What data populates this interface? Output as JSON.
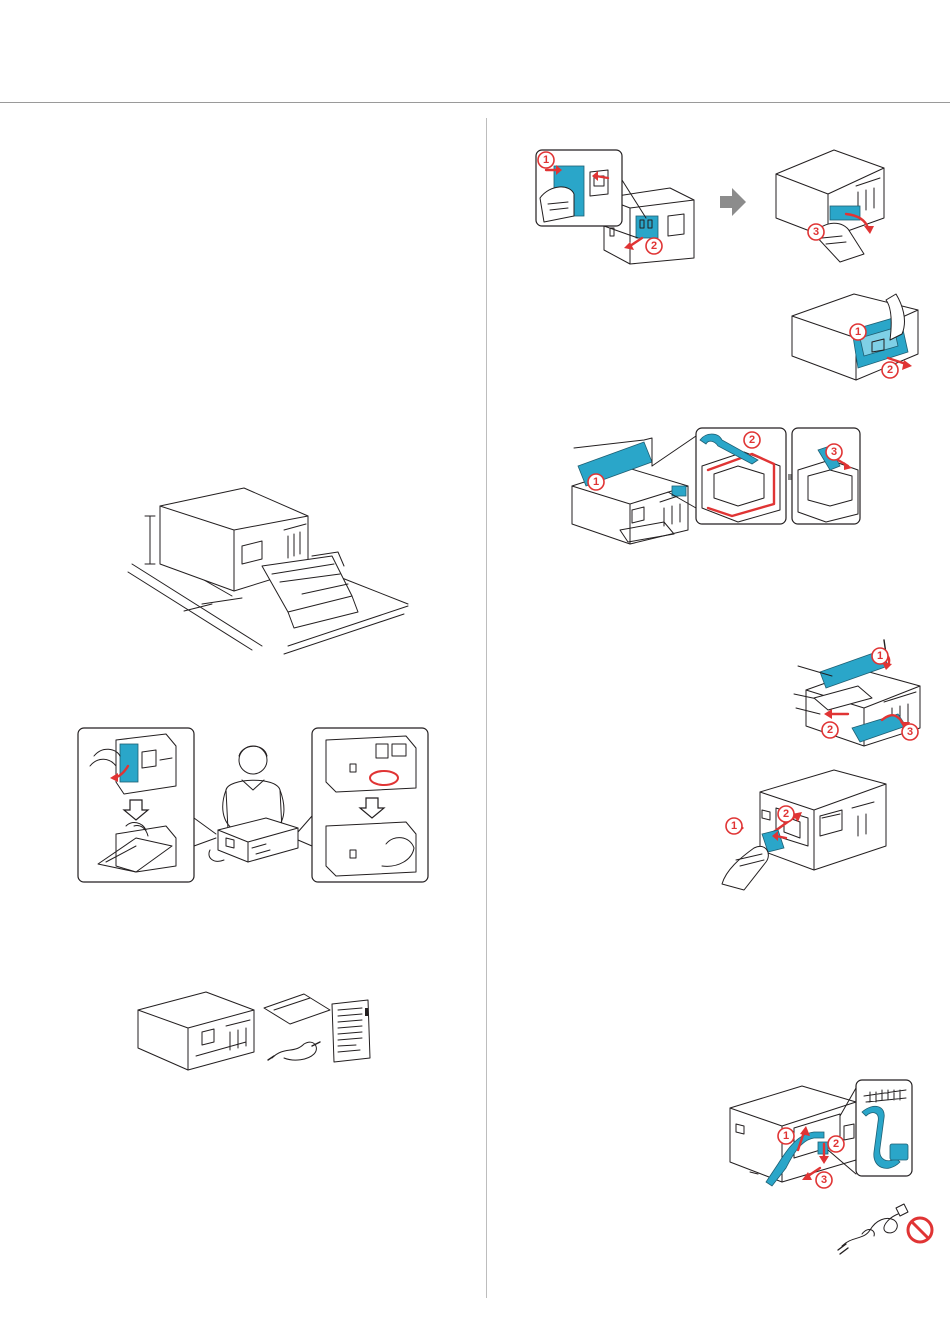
{
  "figures": {
    "remove_tape_steps": {
      "markers": [
        "1",
        "2",
        "3"
      ]
    },
    "open_cover_steps": {
      "markers": [
        "1",
        "2"
      ]
    },
    "scanner_tape_steps": {
      "markers": [
        "1",
        "2",
        "3"
      ]
    },
    "close_cover_steps": {
      "markers": [
        "1",
        "2",
        "3"
      ]
    },
    "insert_part_steps": {
      "markers": [
        "1",
        "2"
      ]
    },
    "power_cable_steps": {
      "markers": [
        "1",
        "2",
        "3"
      ]
    }
  },
  "icons": [
    "arrow-right-icon",
    "arrow-down-icon",
    "no-symbol-icon"
  ],
  "colors": {
    "accent_blue": "#2aa6c9",
    "marker_red": "#e03434",
    "rule_gray": "#9a9a9a"
  }
}
